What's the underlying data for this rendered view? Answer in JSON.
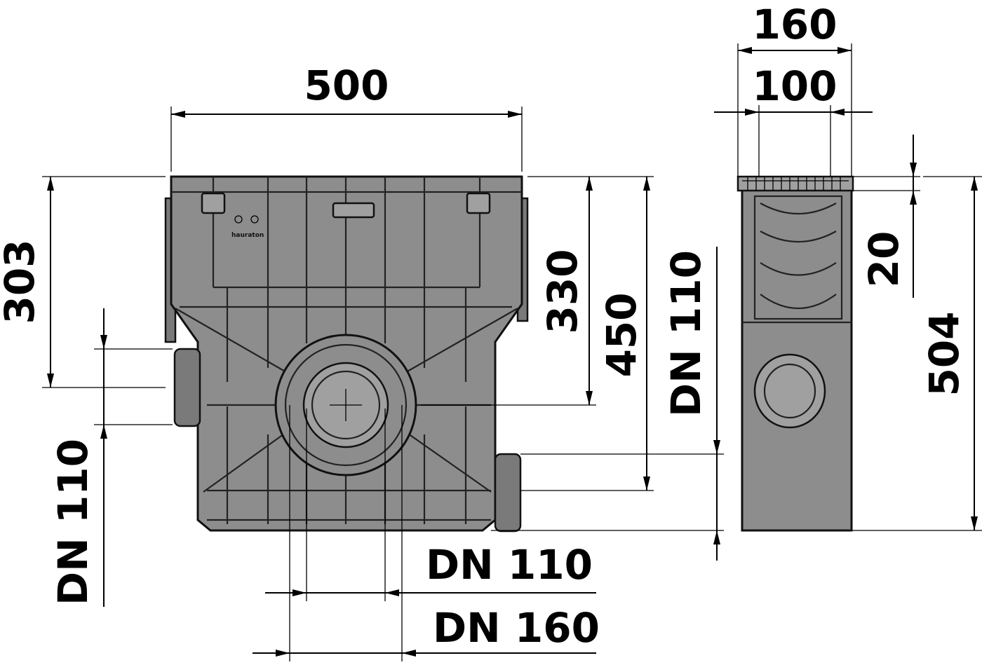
{
  "front_view": {
    "width_label": "500",
    "height_left_label": "303",
    "height_330_label": "330",
    "height_450_label": "450",
    "dn_left_label": "DN 110",
    "dn_right_label": "DN 110",
    "dn_bottom_110_label": "DN 110",
    "dn_bottom_160_label": "DN 160",
    "brand_text": "hauraton"
  },
  "side_view": {
    "width_outer_label": "160",
    "width_inner_label": "100",
    "grate_label": "20",
    "height_label": "504"
  },
  "colors": {
    "body": "#8d8d8d",
    "line": "#000000"
  }
}
